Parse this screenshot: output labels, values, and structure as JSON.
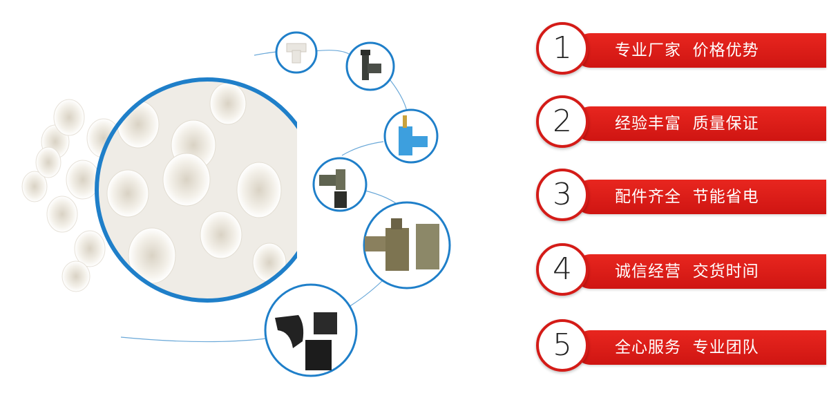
{
  "colors": {
    "accent_red": "#d41b17",
    "ring_blue": "#1f7fc9",
    "connector_blue": "#3b8fd0"
  },
  "features": [
    {
      "number": "1",
      "text": "专业厂家  价格优势"
    },
    {
      "number": "2",
      "text": "经验丰富  质量保证"
    },
    {
      "number": "3",
      "text": "配件齐全  节能省电"
    },
    {
      "number": "4",
      "text": "诚信经营  交货时间"
    },
    {
      "number": "5",
      "text": "全心服务  专业团队"
    }
  ]
}
